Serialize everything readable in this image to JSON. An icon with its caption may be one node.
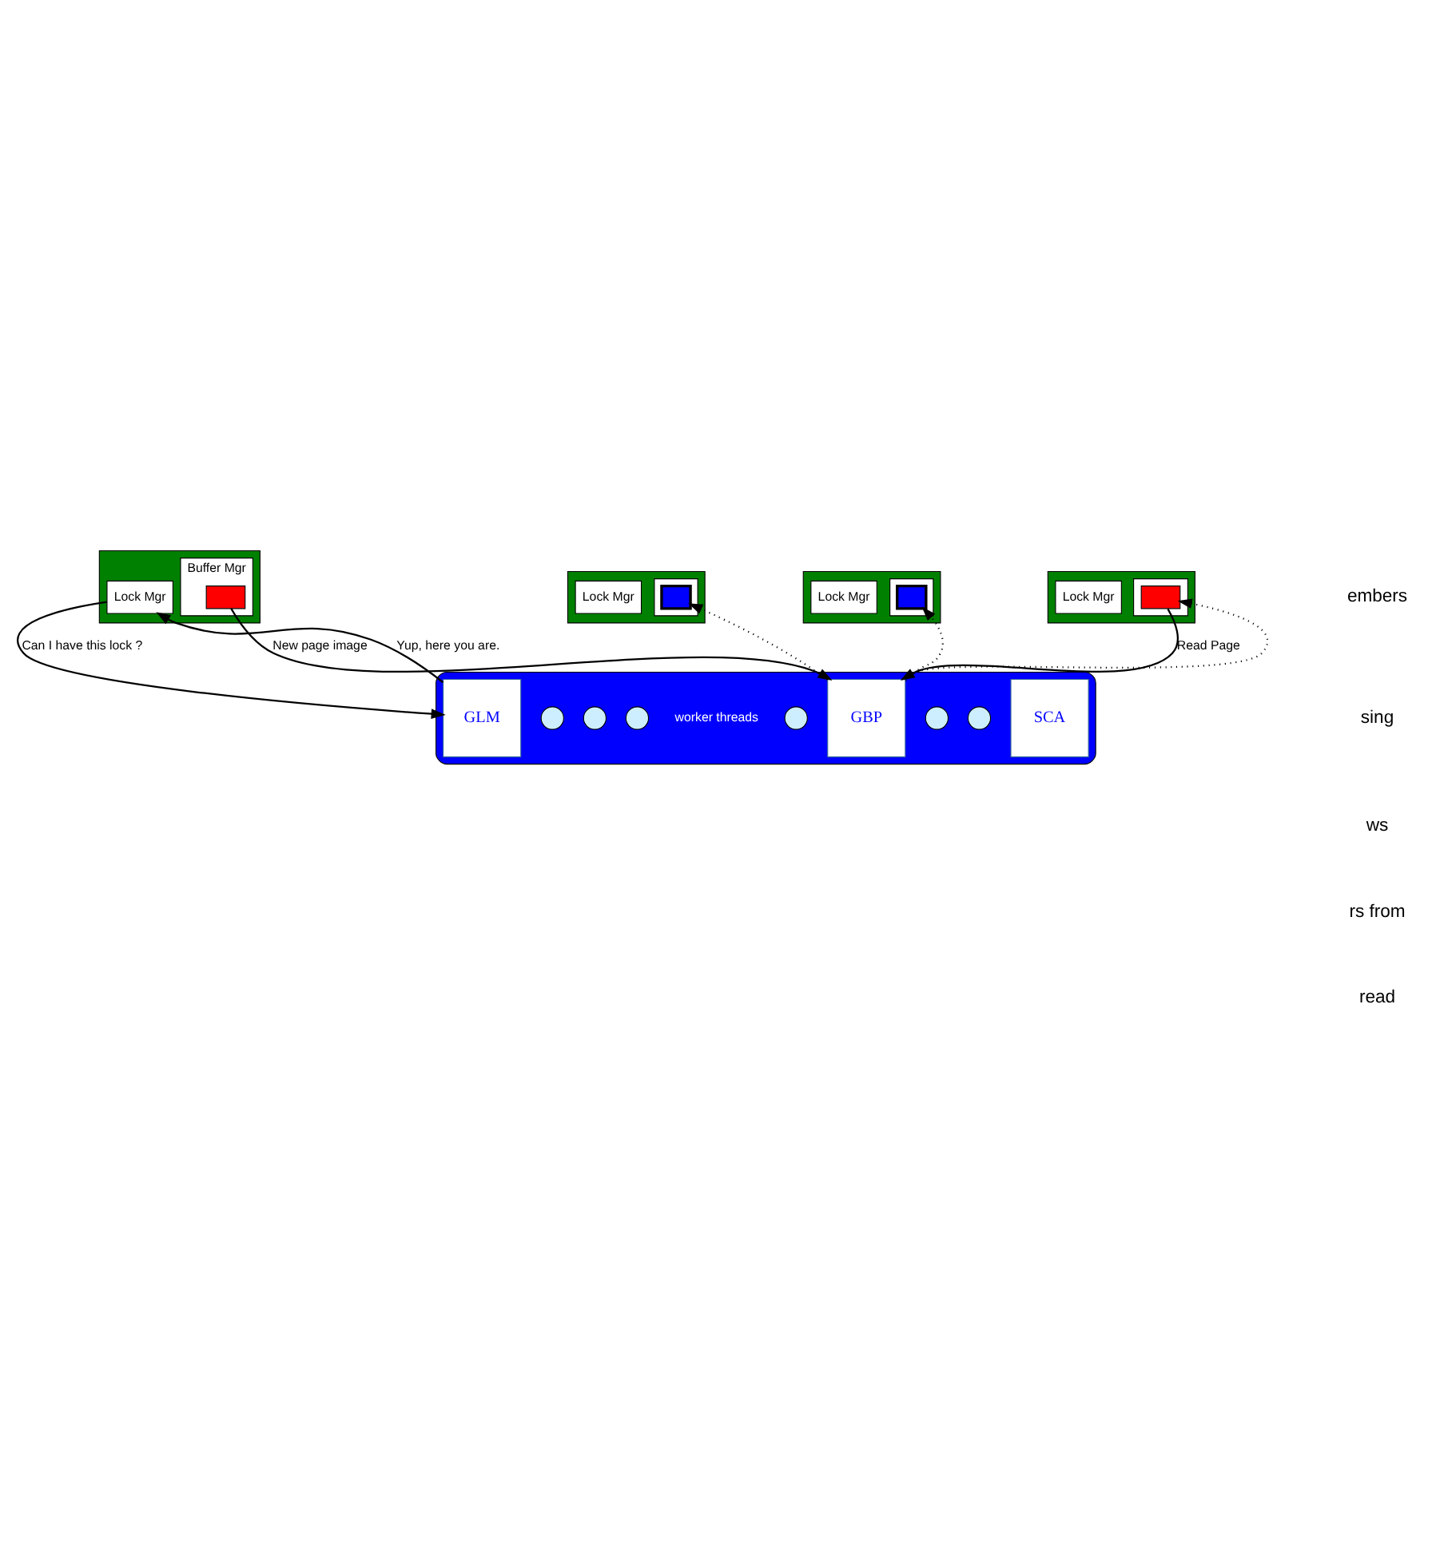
{
  "diagram": {
    "nodes": [
      {
        "text": [],
        "shape": "box"
      },
      {
        "text": [
          "Lock Mgr"
        ],
        "in": 0
      },
      {
        "text": [
          "Buffer Mgr"
        ],
        "in": 0
      },
      {
        "text": [],
        "shape": "box",
        "in": 2
      },
      {
        "text": [],
        "shape": "box"
      },
      {
        "text": [
          "Lock Mgr"
        ],
        "in": 4
      },
      {
        "text": [],
        "shape": "box",
        "in": 4
      },
      {
        "text": [],
        "shape": "box",
        "in": 6
      },
      {
        "text": [],
        "shape": "box"
      },
      {
        "text": [
          "Lock Mgr"
        ],
        "in": 8
      },
      {
        "text": [],
        "shape": "box",
        "in": 8
      },
      {
        "text": [],
        "shape": "box",
        "in": 10
      },
      {
        "text": [],
        "shape": "box"
      },
      {
        "text": [
          "Lock Mgr"
        ],
        "in": 12
      },
      {
        "text": [],
        "shape": "box",
        "in": 12
      },
      {
        "text": [],
        "shape": "box",
        "in": 14
      },
      {
        "text": [],
        "shape": "octagon"
      },
      {
        "text": [],
        "shape": "circle",
        "in": 16
      },
      {
        "text": [],
        "shape": "circle",
        "in": 16
      },
      {
        "text": [],
        "shape": "circle",
        "in": 16
      },
      {
        "text": [
          "worker threads"
        ],
        "in": 16
      },
      {
        "text": [],
        "shape": "circle",
        "in": 16
      },
      {
        "text": [],
        "shape": "circle",
        "in": 16
      },
      {
        "text": [],
        "shape": "circle",
        "in": 16
      },
      {
        "text": [
          "GBP"
        ],
        "in": 16
      },
      {
        "text": [
          "GLM"
        ],
        "in": 16
      },
      {
        "text": [
          "SCA"
        ],
        "in": 16
      }
    ],
    "edges": [
      {
        "from": 3,
        "to": 24,
        "arrow": "to",
        "label": "New page image"
      },
      {
        "from": 25,
        "to": 1,
        "arrow": "to",
        "label": "Yup, here you are."
      },
      {
        "from": 1,
        "to": 25,
        "arrow": "to",
        "label": "Can I have this lock ?"
      },
      {
        "from": 24,
        "to": 7,
        "arrow": "to",
        "style": "dashed"
      },
      {
        "from": 24,
        "to": 11,
        "arrow": "to",
        "style": "dashed"
      },
      {
        "from": 24,
        "to": 15,
        "arrow": "to",
        "style": "dashed"
      },
      {
        "from": 15,
        "to": 24,
        "arrow": "to",
        "label": "Read Page"
      }
    ],
    "labels": [
      "embers",
      "sing",
      "ws",
      "rs from",
      "read"
    ]
  }
}
